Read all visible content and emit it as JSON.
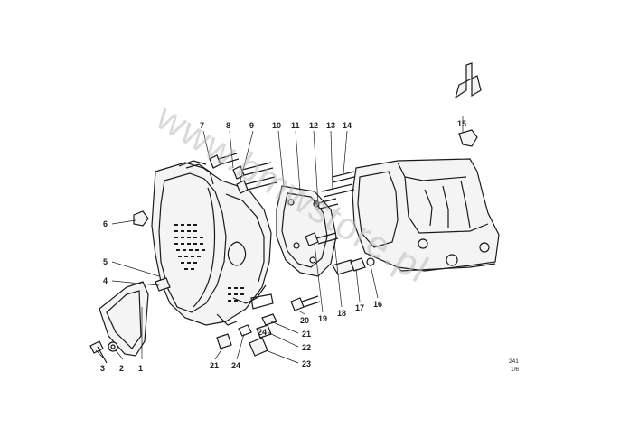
{
  "watermark": "www.bmwstore.pl",
  "diagram_code": {
    "line1": "241",
    "line2": "1/6"
  },
  "callouts": [
    "1",
    "2",
    "3",
    "4",
    "5",
    "6",
    "7",
    "8",
    "9",
    "10",
    "11",
    "12",
    "13",
    "14",
    "15",
    "16",
    "17",
    "18",
    "19",
    "20",
    "21",
    "21",
    "22",
    "23",
    "24",
    "24"
  ]
}
